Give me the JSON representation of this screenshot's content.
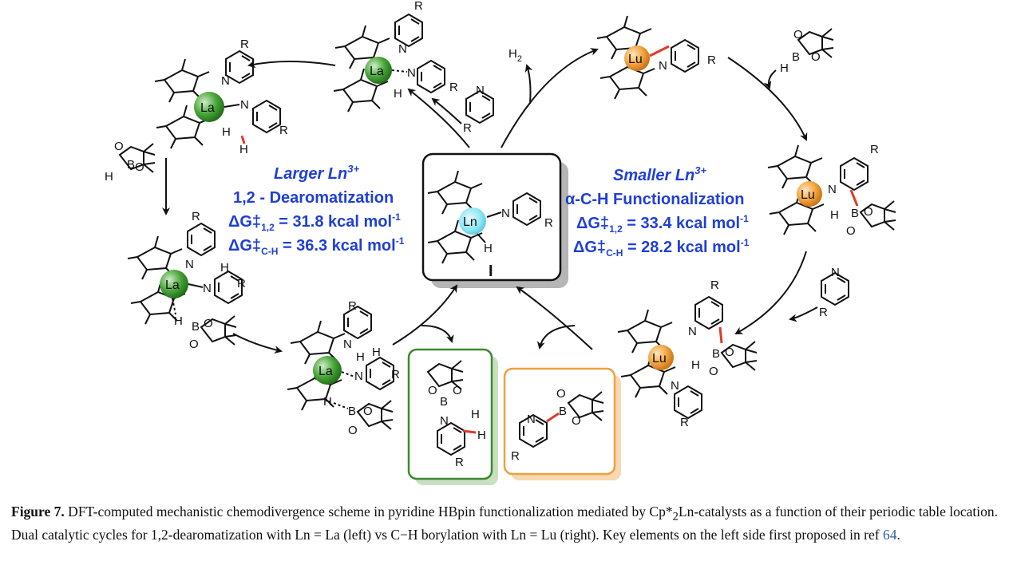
{
  "center": {
    "metal": "Ln",
    "label": "I",
    "h": "H",
    "r": "R",
    "n": "N"
  },
  "left_text": {
    "title": "Larger Ln",
    "title_sup": "3+",
    "line2": "1,2 - Dearomatization",
    "dg1_prefix": "ΔG‡",
    "dg1_sub": "1,2",
    "dg1_value": " = 31.8 kcal mol",
    "dg1_sup": "-1",
    "dg2_prefix": "ΔG‡",
    "dg2_sub": "C-H",
    "dg2_value": " = 36.3 kcal mol",
    "dg2_sup": "-1"
  },
  "right_text": {
    "title": "Smaller Ln",
    "title_sup": "3+",
    "line2": "α-C-H Functionalization",
    "dg1_prefix": "ΔG‡",
    "dg1_sub": "1,2",
    "dg1_value": " = 33.4 kcal mol",
    "dg1_sup": "-1",
    "dg2_prefix": "ΔG‡",
    "dg2_sub": "C-H",
    "dg2_value": " = 28.2 kcal mol",
    "dg2_sup": "-1"
  },
  "labels": {
    "la": "La",
    "lu": "Lu",
    "h2": "H",
    "h2_sub": "2",
    "n": "N",
    "r": "R",
    "h": "H",
    "b": "B",
    "o": "O"
  },
  "colors": {
    "la_sphere": "#3f9b2e",
    "lu_sphere": "#f0a040",
    "ln_sphere": "#8ee6f5",
    "green_box": "#3a8a2e",
    "orange_box": "#f0a040",
    "text_blue": "#1f3fd6",
    "bond_red": "#e03a2a"
  },
  "caption": {
    "figure_label": "Figure 7.",
    "text_1": " DFT-computed mechanistic chemodivergence scheme in pyridine HBpin functionalization mediated by Cp*",
    "sub": "2",
    "text_2": "Ln-catalysts as a function of their periodic table location. Dual catalytic cycles for 1,2-dearomatization with Ln = La (left) vs C−H borylation with Ln = Lu (right). Key elements on the left side first proposed in ref ",
    "ref": "64",
    "end": "."
  }
}
